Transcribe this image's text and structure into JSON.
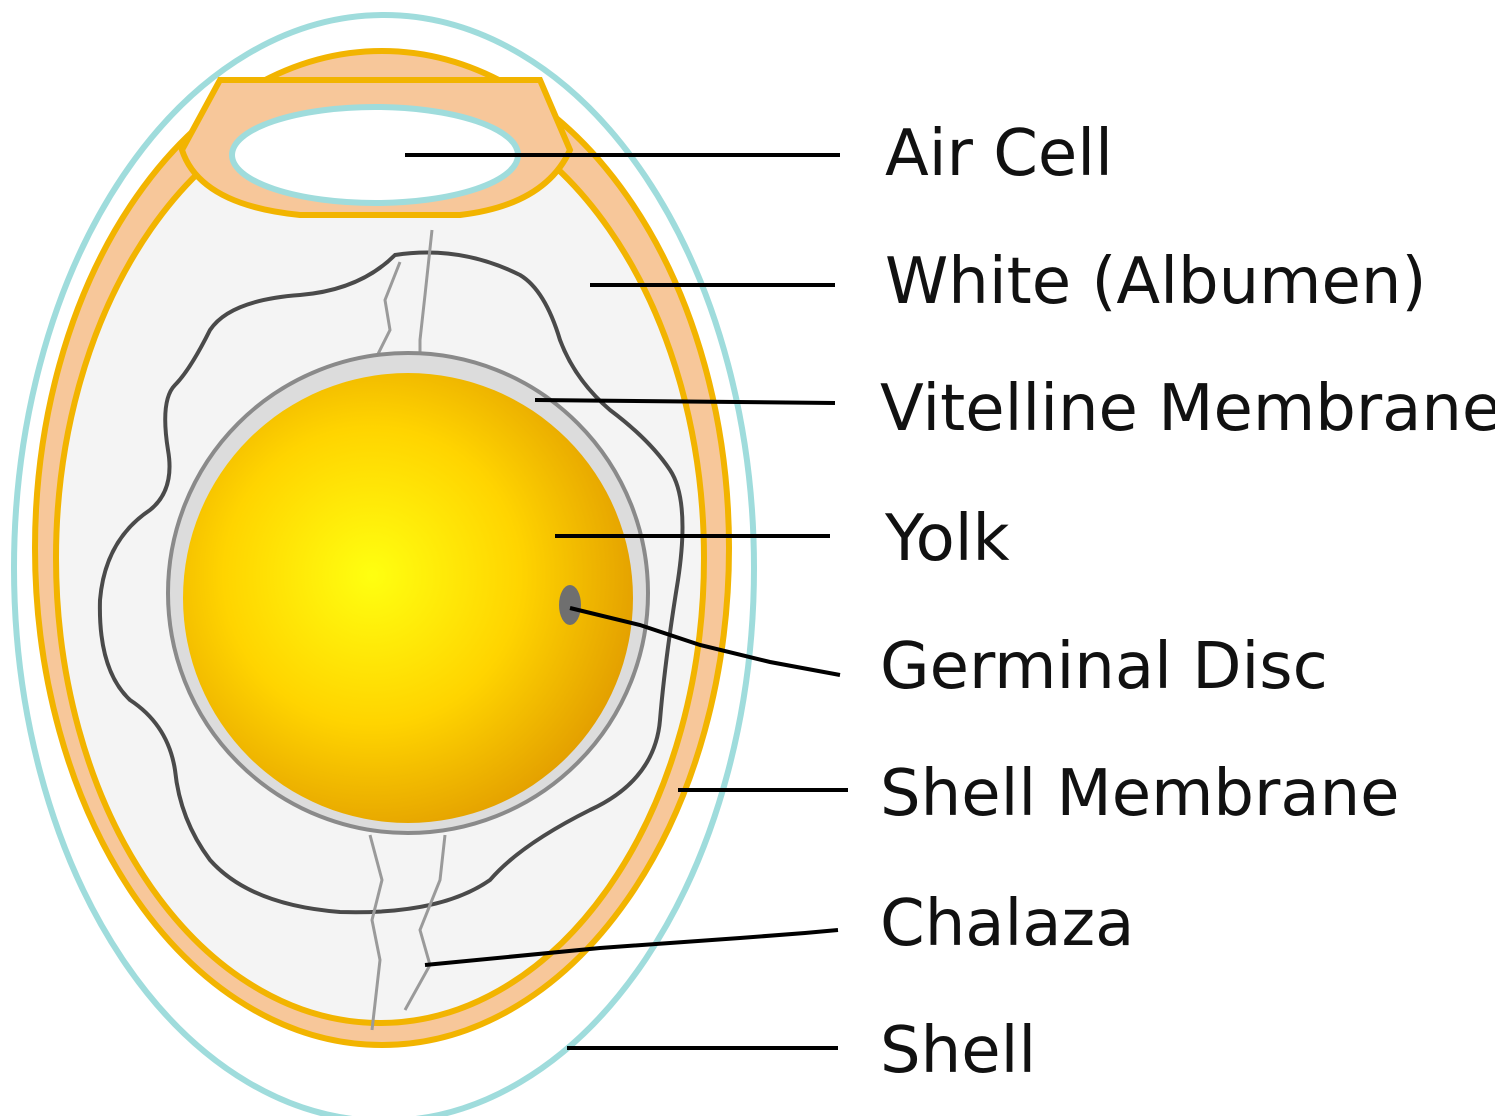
{
  "diagram": {
    "labels": {
      "air_cell": "Air Cell",
      "white": "White (Albumen)",
      "vitelline_membrane": "Vitelline Membrane",
      "yolk": "Yolk",
      "germinal_disc": "Germinal Disc",
      "shell_membrane": "Shell Membrane",
      "chalaza": "Chalaza",
      "shell": "Shell"
    },
    "colors": {
      "shell_outline": "#9fdcdc",
      "shell_membrane_band": "#f7c79a",
      "shell_membrane_edge": "#f2b400",
      "albumen": "#f4f4f4",
      "albumen_outline": "#4a4a4a",
      "yolk_center": "#ffff10",
      "yolk_edge": "#e8a800",
      "vitelline_membrane": "#8a8a8a",
      "germinal_disc": "#6f6f6f",
      "leader_line": "#000000"
    }
  }
}
